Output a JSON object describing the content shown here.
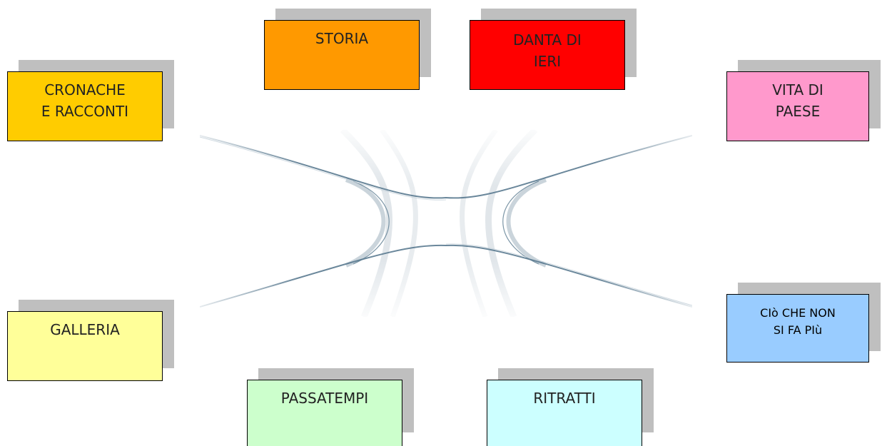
{
  "tiles": {
    "storia": {
      "label": "STORIA",
      "color": "#ff9900"
    },
    "danta_di_ieri": {
      "label": "DANTA DI\nIERI",
      "color": "#ff0000"
    },
    "cronache": {
      "label": "CRONACHE\nE RACCONTI",
      "color": "#ffcc00"
    },
    "vita_di_paese": {
      "label": "VITA DI\nPAESE",
      "color": "#ff99cc"
    },
    "galleria": {
      "label": "GALLERIA",
      "color": "#ffff99"
    },
    "cio_che_non": {
      "label": "CIò CHE NON\nSI FA PIù",
      "color": "#99ccff"
    },
    "passatempi": {
      "label": "PASSATEMPI",
      "color": "#ccffcc"
    },
    "ritratti": {
      "label": "RITRATTI",
      "color": "#ccffff"
    }
  },
  "colors": {
    "shadow": "#bfbfbf",
    "border": "#000000",
    "curve": "#5a7a90"
  },
  "hub_graphic": {
    "icon": "curved-x-connector-icon"
  }
}
